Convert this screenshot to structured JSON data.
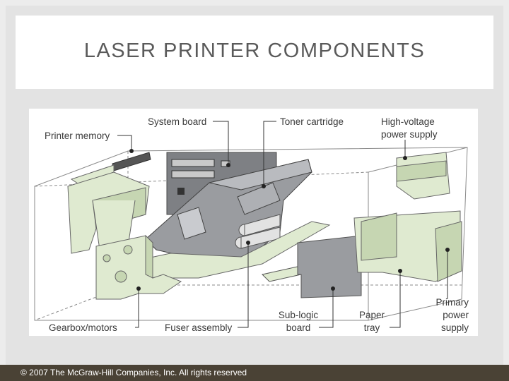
{
  "slide": {
    "title": "LASER PRINTER COMPONENTS",
    "footer": "© 2007 The McGraw-Hill Companies, Inc. All rights reserved"
  },
  "diagram": {
    "labels": {
      "printer_memory": "Printer memory",
      "system_board": "System board",
      "toner_cartridge": "Toner cartridge",
      "high_voltage_line1": "High-voltage",
      "high_voltage_line2": "power supply",
      "gearbox_motors": "Gearbox/motors",
      "fuser_assembly": "Fuser assembly",
      "sub_logic_line1": "Sub-logic",
      "sub_logic_line2": "board",
      "paper_line1": "Paper",
      "paper_line2": "tray",
      "primary_line1": "Primary",
      "primary_line2": "power",
      "primary_line3": "supply"
    }
  },
  "colors": {
    "component_green": "#dfead0",
    "component_green_dark": "#c6d6b2",
    "cartridge_gray": "#9a9ca0",
    "board_gray": "#7e8084",
    "footer_bg": "#4a4235"
  }
}
